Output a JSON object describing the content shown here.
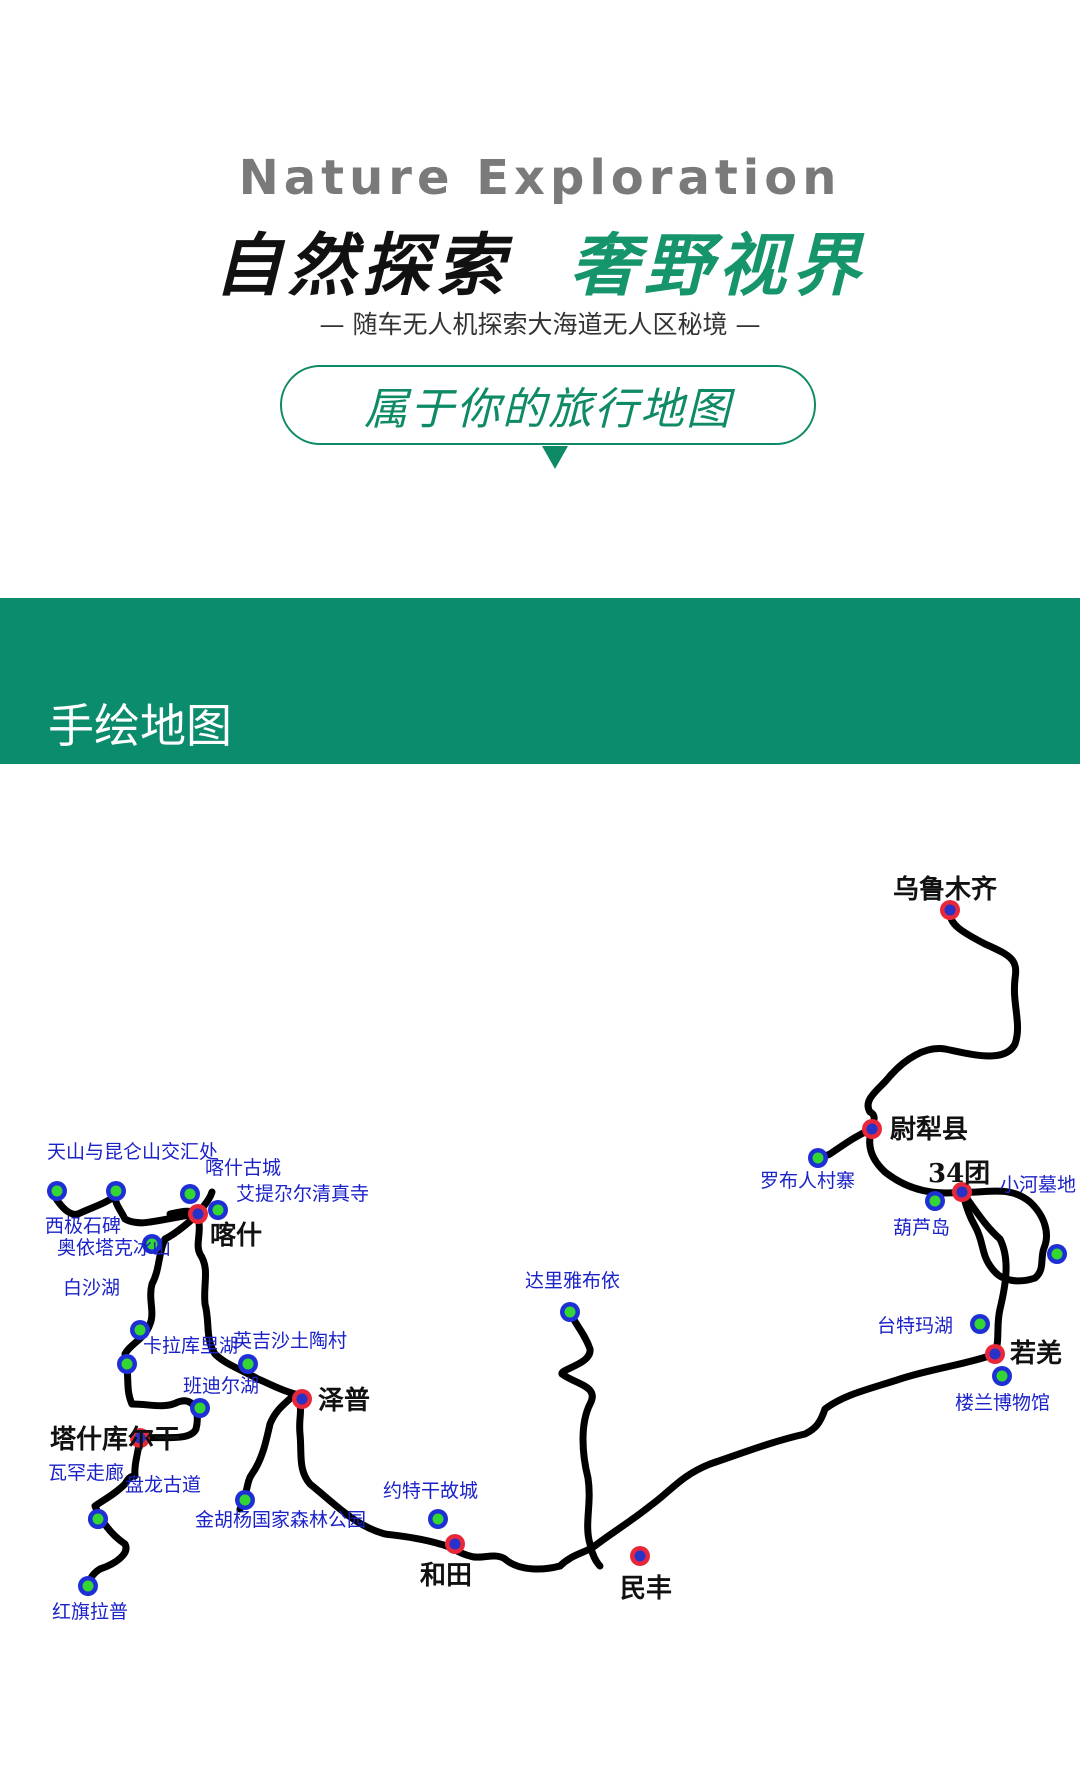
{
  "header": {
    "en_title": "Nature Exploration",
    "cn_title_part1": "自然探索",
    "cn_title_part2": "奢野视界",
    "subtitle": "— 随车无人机探索大海道无人区秘境 —",
    "pill_text": "属于你的旅行地图"
  },
  "section": {
    "title": "手绘地图"
  },
  "map": {
    "cities": [
      {
        "id": "urumqi",
        "name": "乌鲁木齐"
      },
      {
        "id": "yuli",
        "name": "尉犁县"
      },
      {
        "id": "tuan34",
        "name": "34团"
      },
      {
        "id": "ruoqiang",
        "name": "若羌"
      },
      {
        "id": "minfeng",
        "name": "民丰"
      },
      {
        "id": "hetian",
        "name": "和田"
      },
      {
        "id": "zepu",
        "name": "泽普"
      },
      {
        "id": "kashi",
        "name": "喀什"
      },
      {
        "id": "tashkurgan",
        "name": "塔什库尔干"
      }
    ],
    "pois": [
      {
        "id": "luobu",
        "name": "罗布人村寨"
      },
      {
        "id": "xiaohe",
        "name": "小河墓地"
      },
      {
        "id": "hulu",
        "name": "葫芦岛"
      },
      {
        "id": "taitema",
        "name": "台特玛湖"
      },
      {
        "id": "loulan",
        "name": "楼兰博物馆"
      },
      {
        "id": "daliya",
        "name": "达里雅布依"
      },
      {
        "id": "yuetegan",
        "name": "约特干故城"
      },
      {
        "id": "jinhuyang",
        "name": "金胡杨国家森林公园"
      },
      {
        "id": "yingjisha",
        "name": "英吉沙土陶村"
      },
      {
        "id": "kashi_oldtown",
        "name": "喀什古城"
      },
      {
        "id": "aitigar",
        "name": "艾提尕尔清真寺"
      },
      {
        "id": "tianshan",
        "name": "天山与昆仑山交汇处"
      },
      {
        "id": "xiji",
        "name": "西极石碑"
      },
      {
        "id": "aoyi",
        "name": "奥依塔克冰山"
      },
      {
        "id": "baisha",
        "name": "白沙湖"
      },
      {
        "id": "kalakuli",
        "name": "卡拉库里湖"
      },
      {
        "id": "bandier",
        "name": "班迪尔湖"
      },
      {
        "id": "wahan",
        "name": "瓦罕走廊"
      },
      {
        "id": "panlong",
        "name": "盘龙古道"
      },
      {
        "id": "hongqila",
        "name": "红旗拉普"
      }
    ],
    "colors": {
      "route": "#000000",
      "city_dot_outer": "#e8283a",
      "city_dot_inner": "#2733c8",
      "poi_dot_outer": "#1f2fd6",
      "poi_dot_inner": "#33d633",
      "poi_label": "#1b22c8"
    }
  }
}
